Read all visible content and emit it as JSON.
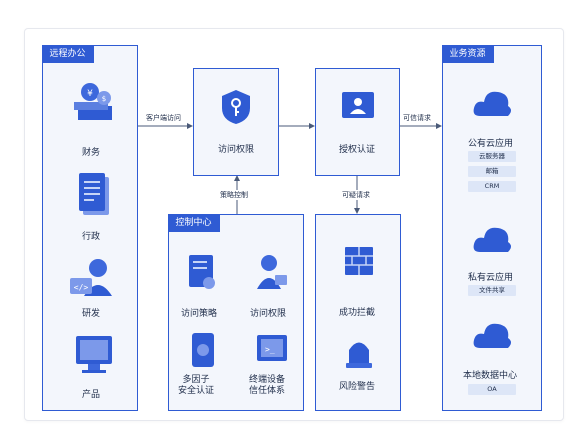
{
  "remote_office": {
    "title": "远程办公",
    "items": [
      "财务",
      "行政",
      "研发",
      "产品"
    ]
  },
  "access_box": {
    "label": "访问权限"
  },
  "auth_box": {
    "label": "授权认证"
  },
  "control_center": {
    "title": "控制中心",
    "items": [
      "访问策略",
      "访问权限",
      "多因子\n安全认证",
      "终端设备\n信任体系"
    ]
  },
  "result_box": {
    "items": [
      "成功拦截",
      "风险警告"
    ]
  },
  "business": {
    "title": "业务资源",
    "groups": [
      {
        "name": "公有云应用",
        "chips": [
          "云服务器",
          "邮箱",
          "CRM"
        ]
      },
      {
        "name": "私有云应用",
        "chips": [
          "文件共享"
        ]
      },
      {
        "name": "本地数据中心",
        "chips": [
          "OA"
        ]
      }
    ]
  },
  "arrows": {
    "client_access": "客户端访问",
    "trusted_request": "可信请求",
    "policy_control": "策略控制",
    "suspicious_request": "可疑请求"
  },
  "colors": {
    "accent": "#2f5bd3",
    "panel_bg": "#f3f6fc",
    "chip_bg": "#dde6f7"
  }
}
